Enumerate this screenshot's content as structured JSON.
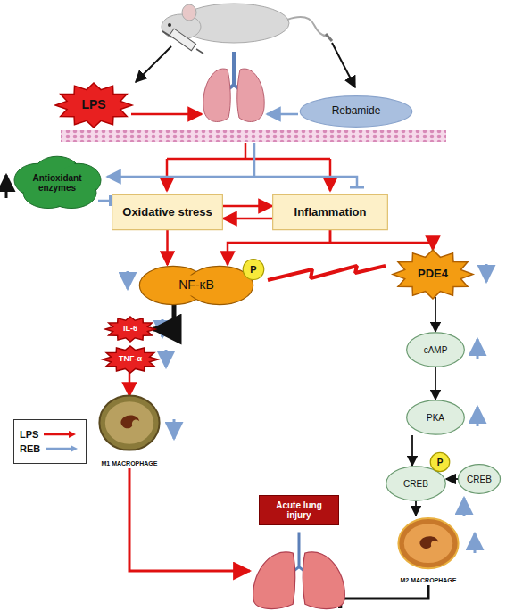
{
  "diagram": {
    "nodes": [
      {
        "text": [
          "LPS"
        ]
      },
      {
        "text": [
          "Rebamide"
        ]
      },
      {
        "text": [
          "Antioxidant enzymes"
        ]
      },
      {
        "text": [
          "Oxidative stress"
        ]
      },
      {
        "text": [
          "Inflammation"
        ]
      },
      {
        "text": [
          "NF-κB"
        ]
      },
      {
        "text": [
          "P"
        ]
      },
      {
        "text": [
          "PDE4"
        ]
      },
      {
        "text": [
          "IL-6"
        ]
      },
      {
        "text": [
          "TNF-α"
        ]
      },
      {
        "text": [
          "M1 MACROPHAGE"
        ]
      },
      {
        "text": [
          "cAMP"
        ]
      },
      {
        "text": [
          "PKA"
        ]
      },
      {
        "text": [
          "CREB"
        ]
      },
      {
        "text": [
          "P"
        ]
      },
      {
        "text": [
          "CREB"
        ]
      },
      {
        "text": [
          "M2 MACROPHAGE"
        ]
      },
      {
        "text": [
          "Acute lung injury"
        ]
      }
    ],
    "edges": [
      {
        "from": 3,
        "to": 4,
        "arrow": "to"
      },
      {
        "from": 4,
        "to": 3,
        "arrow": "to"
      },
      {
        "from": 2,
        "to": 3,
        "arrow": "to"
      },
      {
        "from": 3,
        "to": 5,
        "arrow": "to"
      },
      {
        "from": 4,
        "to": 5,
        "arrow": "to"
      },
      {
        "from": 4,
        "to": 7,
        "arrow": "to"
      },
      {
        "from": 5,
        "to": 8,
        "arrow": "to"
      },
      {
        "from": 9,
        "to": 10,
        "arrow": "to"
      },
      {
        "from": 7,
        "to": 11,
        "arrow": "to"
      },
      {
        "from": 11,
        "to": 12,
        "arrow": "to"
      },
      {
        "from": 12,
        "to": 13,
        "arrow": "to"
      },
      {
        "from": 15,
        "to": 13,
        "arrow": "to"
      },
      {
        "from": 13,
        "to": 16,
        "arrow": "to"
      },
      {
        "from": 10,
        "to": 17,
        "arrow": "to"
      },
      {
        "from": 16,
        "to": 17,
        "arrow": "to"
      }
    ],
    "legend": [
      {
        "text": "LPS"
      },
      {
        "text": "REB"
      }
    ]
  }
}
